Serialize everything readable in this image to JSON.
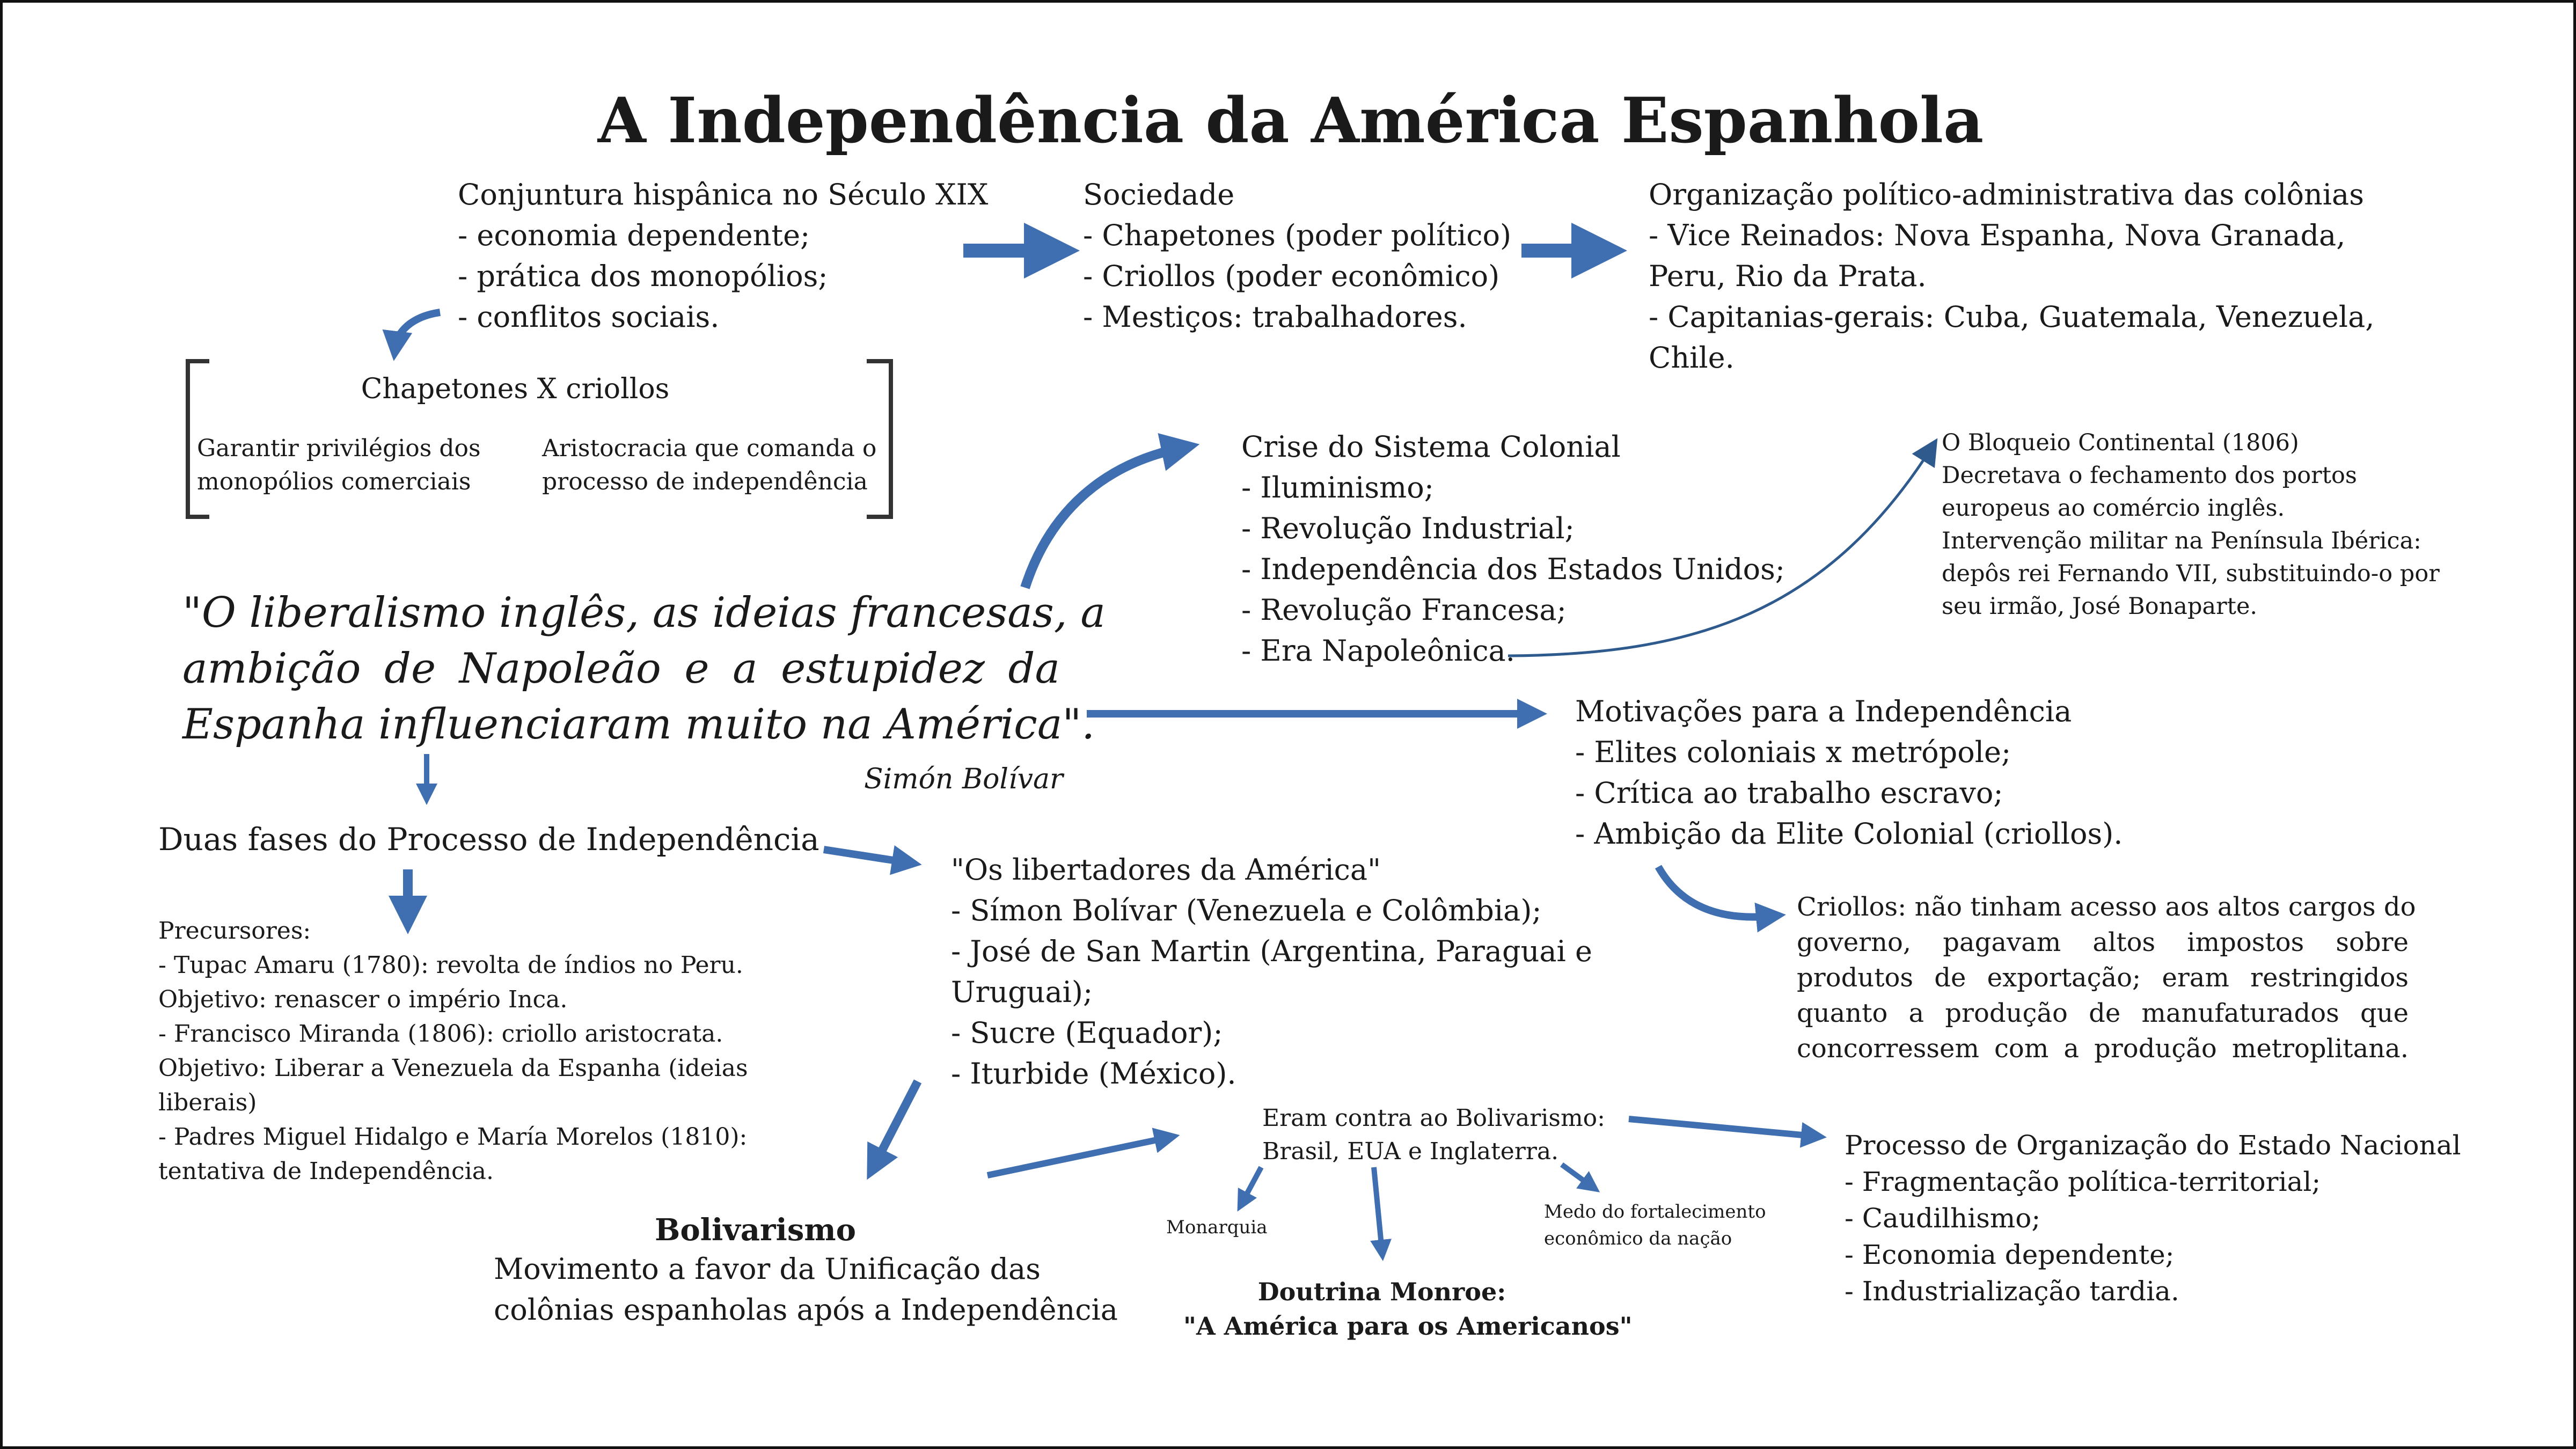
{
  "title": "A Independência da América Espanhola",
  "conjuntura": {
    "heading": "Conjuntura hispânica no Século XIX",
    "items": [
      "- economia dependente;",
      "- prática dos monopólios;",
      "- conflitos sociais."
    ]
  },
  "sociedade": {
    "heading": "Sociedade",
    "items": [
      "- Chapetones (poder político)",
      "- Criollos (poder econômico)",
      "- Mestiços: trabalhadores."
    ]
  },
  "organizacao": {
    "heading": "Organização político-administrativa das colônias",
    "lines": [
      "- Vice Reinados: Nova Espanha, Nova Granada,",
      "Peru, Rio da Prata.",
      "- Capitanias-gerais: Cuba, Guatemala, Venezuela,",
      "Chile."
    ]
  },
  "chapetones_box": {
    "heading": "Chapetones X criollos",
    "left": [
      "Garantir privilégios dos",
      "monopólios comerciais"
    ],
    "right": [
      "Aristocracia que comanda o",
      "processo de independência"
    ]
  },
  "crise": {
    "heading": "Crise do Sistema Colonial",
    "items": [
      "- Iluminismo;",
      "- Revolução Industrial;",
      "- Independência dos Estados Unidos;",
      "- Revolução Francesa;",
      "- Era Napoleônica."
    ]
  },
  "bloqueio": {
    "lines": [
      "O Bloqueio Continental (1806)",
      "Decretava o fechamento dos portos",
      "europeus ao comércio inglês.",
      "Intervenção militar na Península Ibérica:",
      "depôs rei Fernando VII, substituindo-o por",
      "seu irmão, José Bonaparte."
    ]
  },
  "quote": {
    "lines": [
      "\"O liberalismo inglês, as ideias francesas, a",
      "ambição de Napoleão e a estupidez da",
      "Espanha influenciaram muito na América\"."
    ],
    "author": "Simón Bolívar"
  },
  "motivacoes": {
    "heading": "Motivações para a Independência",
    "items": [
      "- Elites coloniais x metrópole;",
      "- Crítica ao trabalho escravo;",
      "- Ambição da Elite Colonial (criollos)."
    ]
  },
  "duas_fases": {
    "heading": "Duas fases do Processo de Independência"
  },
  "libertadores": {
    "heading": "\"Os libertadores da América\"",
    "lines": [
      "- Símon Bolívar (Venezuela e Colômbia);",
      "- José de San Martin (Argentina, Paraguai e",
      "Uruguai);",
      "- Sucre (Equador);",
      "- Iturbide (México)."
    ]
  },
  "criollos": {
    "lines": [
      "Criollos: não tinham acesso aos altos cargos  do",
      "governo, pagavam altos impostos sobre",
      "produtos de exportação; eram restringidos",
      "quanto a produção de manufaturados que",
      "concorressem com a produção metroplitana."
    ]
  },
  "precursores": {
    "lines": [
      "Precursores:",
      "- Tupac Amaru (1780): revolta de índios no Peru.",
      "Objetivo: renascer o império Inca.",
      "- Francisco Miranda (1806): criollo aristocrata.",
      "Objetivo: Liberar a Venezuela da Espanha (ideias",
      "liberais)",
      "- Padres Miguel Hidalgo e María Morelos (1810):",
      "tentativa de Independência."
    ]
  },
  "bolivarismo": {
    "heading": "Bolivarismo",
    "lines": [
      "Movimento a favor da Unificação das",
      "colônias espanholas após a Independência"
    ]
  },
  "contra": {
    "lines": [
      "Eram contra ao Bolivarismo:",
      "Brasil, EUA e Inglaterra."
    ]
  },
  "monarquia": "Monarquia",
  "medo": {
    "lines": [
      "Medo do fortalecimento",
      "econômico da nação"
    ]
  },
  "monroe": {
    "heading": "Doutrina Monroe:",
    "sub": "\"A América para os Americanos\""
  },
  "processo": {
    "heading": "Processo de Organização do Estado Nacional",
    "items": [
      "- Fragmentação política-territorial;",
      "- Caudilhismo;",
      "- Economia dependente;",
      "- Industrialização tardia."
    ]
  },
  "colors": {
    "arrow": "#3f6fb0",
    "text": "#1a1a1a",
    "bracket": "#333333",
    "connector": "#2f5a8e"
  }
}
